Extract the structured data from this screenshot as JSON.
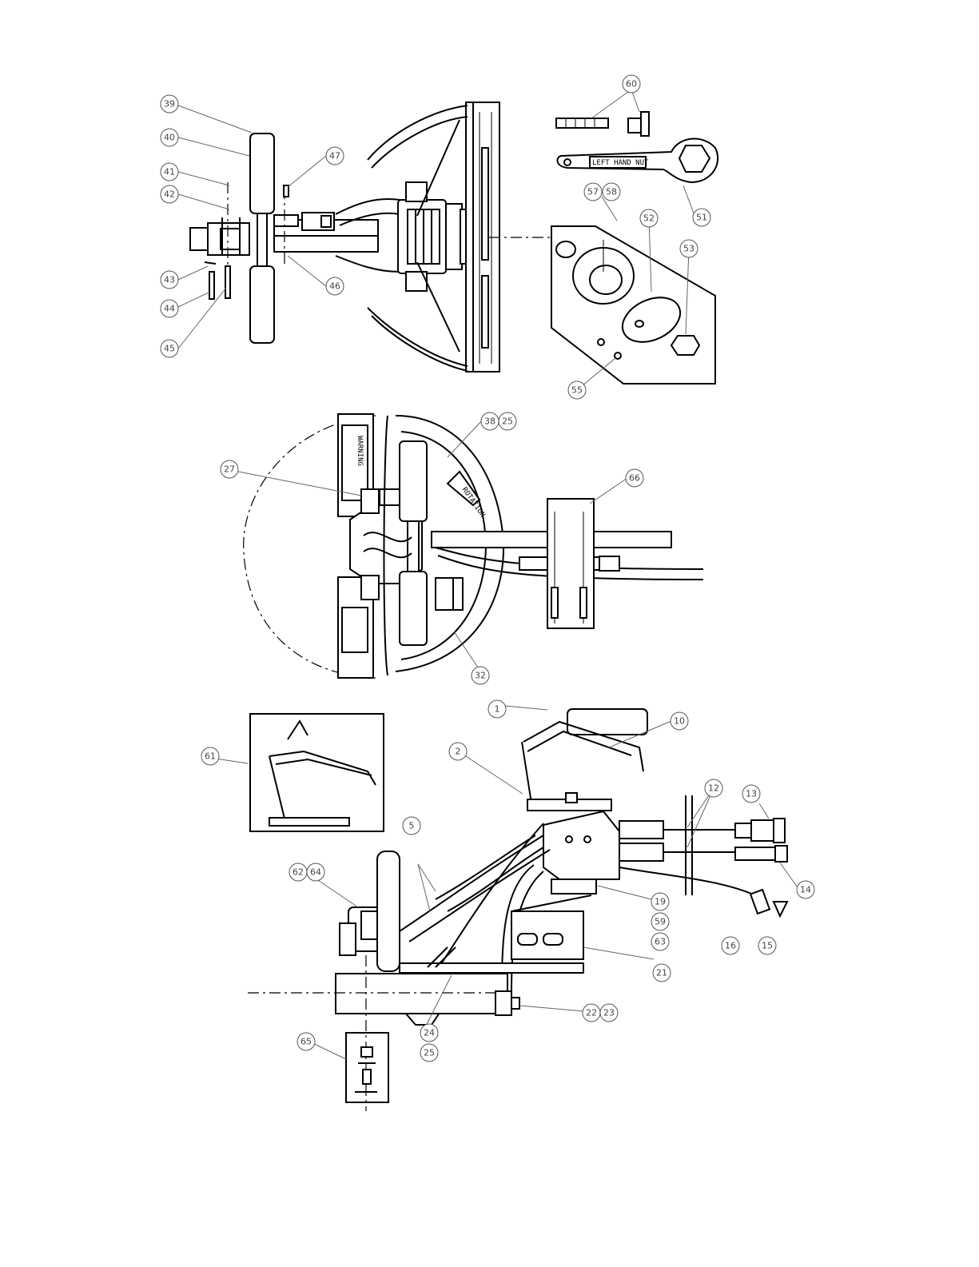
{
  "callouts": {
    "c1": "1",
    "c2": "2",
    "c5": "5",
    "c10": "10",
    "c12": "12",
    "c13": "13",
    "c14": "14",
    "c15": "15",
    "c16": "16",
    "c19": "19",
    "c21": "21",
    "c22": "22",
    "c23": "23",
    "c24": "24",
    "c25a": "25",
    "c25b": "25",
    "c27": "27",
    "c32": "32",
    "c38": "38",
    "c39": "39",
    "c40": "40",
    "c41": "41",
    "c42": "42",
    "c43": "43",
    "c44": "44",
    "c45": "45",
    "c46": "46",
    "c47": "47",
    "c51": "51",
    "c52": "52",
    "c53": "53",
    "c55": "55",
    "c57": "57",
    "c58": "58",
    "c59": "59",
    "c60": "60",
    "c61": "61",
    "c62": "62",
    "c63": "63",
    "c64": "64",
    "c65": "65",
    "c66": "66"
  },
  "labels": {
    "wrench_text": "LEFT HAND NUT",
    "warning_text": "WARNING",
    "rotation_text": "ROTATION"
  },
  "colors": {
    "ink": "#000000",
    "leader": "#666666"
  }
}
